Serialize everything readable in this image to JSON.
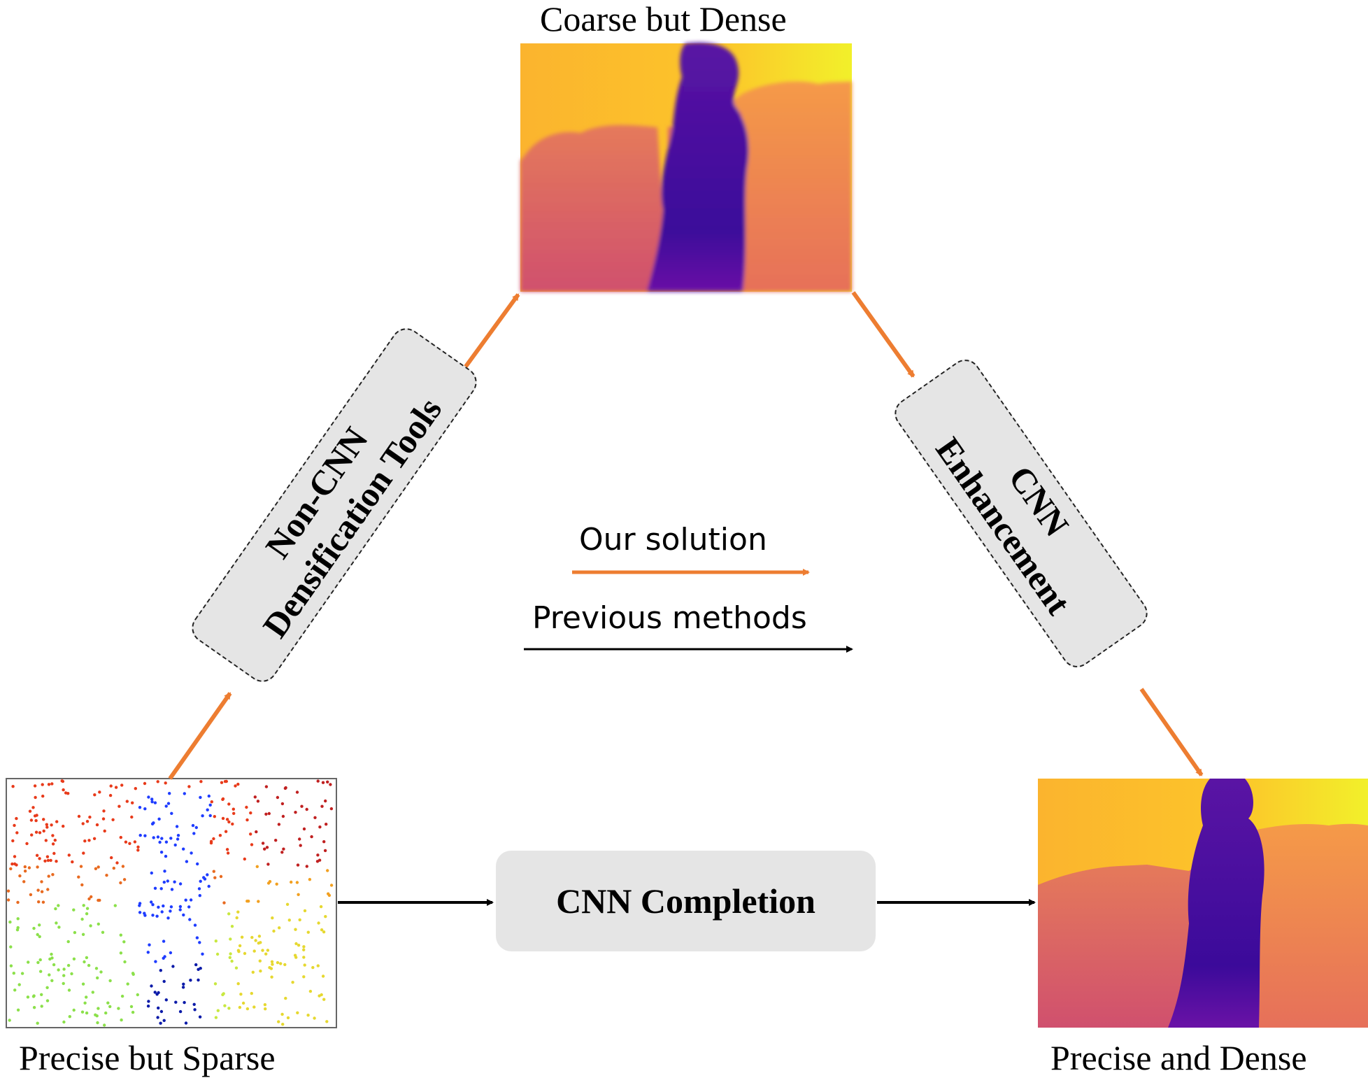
{
  "nodes": {
    "top_label": "Coarse but Dense",
    "left_label": "Precise but Sparse",
    "right_label": "Precise and Dense"
  },
  "boxes": {
    "non_cnn": {
      "line1": "Non-CNN",
      "line2": "Densification Tools"
    },
    "cnn_enhancement": {
      "line1": "CNN",
      "line2": "Enhancement"
    },
    "cnn_completion": "CNN Completion"
  },
  "legend": {
    "ours": "Our solution",
    "previous": "Previous methods"
  },
  "colors": {
    "ours_arrow": "#ed7d31",
    "previous_arrow": "#000000",
    "box_fill": "#e5e5e5"
  }
}
